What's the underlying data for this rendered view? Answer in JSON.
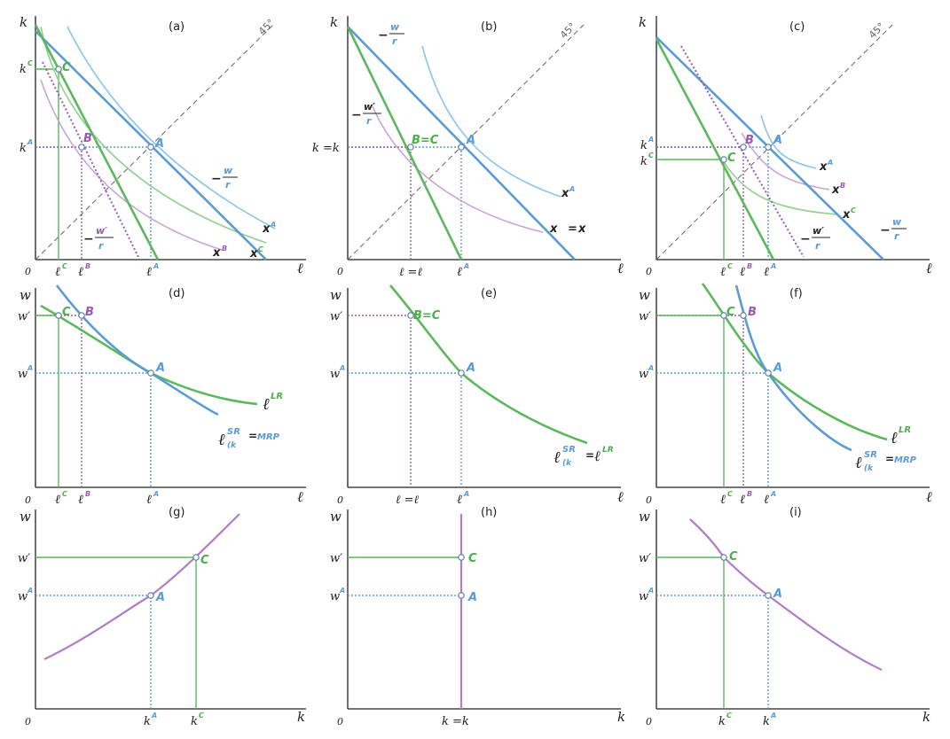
{
  "panels": {
    "a": "(a)",
    "b": "(b)",
    "c": "(c)",
    "d": "(d)",
    "e": "(e)",
    "f": "(f)",
    "g": "(g)",
    "h": "(h)",
    "i": "(i)"
  },
  "axes": {
    "k": "k",
    "l": "ℓ",
    "w": "w",
    "origin": "0",
    "deg45": "45°"
  },
  "points": {
    "A": "A",
    "B": "B",
    "C": "C",
    "BC": "B=C"
  },
  "curves": {
    "xA": "x",
    "xB": "x",
    "xC": "x",
    "xBC": "x",
    "eq": "=",
    "supA": "A",
    "supB": "B",
    "supC": "C",
    "lLR": "LR",
    "lSR": "SR",
    "kA": "(k",
    "mrp": "MRP",
    "slopeA_num": "w",
    "slopeA_den": "r",
    "slope_neg": "−",
    "slopeP_num": "w′",
    "slopeP_den": "r"
  },
  "ticks": {
    "kA": "k",
    "kC": "k",
    "kAkC": "k =k",
    "lA": "ℓ",
    "lB": "ℓ",
    "lC": "ℓ",
    "lBlC": "ℓ =ℓ",
    "wA": "w",
    "wp": "w′",
    "supA": "A",
    "supB": "B",
    "supC": "C"
  },
  "colors": {
    "blue": "#5b9bd5",
    "green": "#5cb85c",
    "purple": "#9b59b6",
    "axis": "#222222"
  }
}
